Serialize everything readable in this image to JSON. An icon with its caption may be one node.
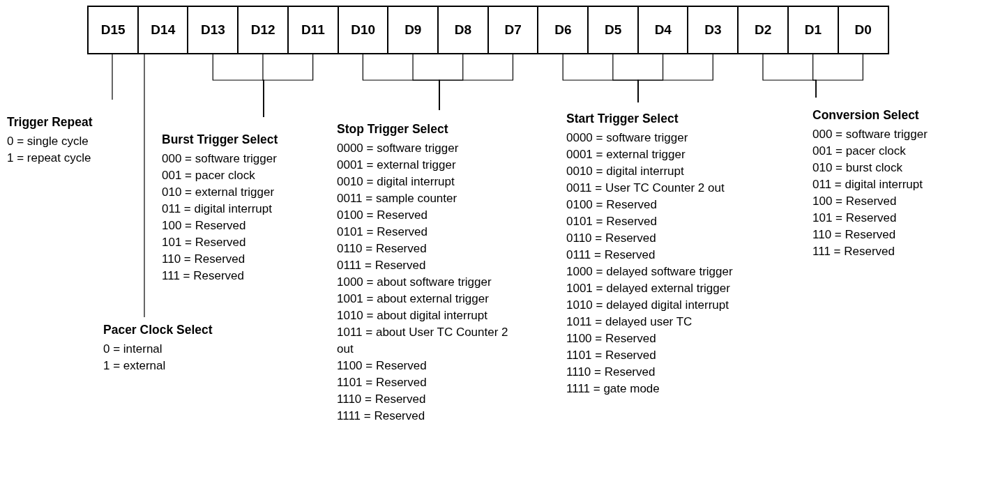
{
  "diagram": {
    "nodes": [
      {
        "text": [
          "D15"
        ]
      },
      {
        "text": [
          "D14"
        ]
      },
      {
        "text": [
          "D13"
        ]
      },
      {
        "text": [
          "D12"
        ]
      },
      {
        "text": [
          "D11"
        ]
      },
      {
        "text": [
          "D10"
        ]
      },
      {
        "text": [
          "D9"
        ]
      },
      {
        "text": [
          "D8"
        ]
      },
      {
        "text": [
          "D7"
        ]
      },
      {
        "text": [
          "D6"
        ]
      },
      {
        "text": [
          "D5"
        ]
      },
      {
        "text": [
          "D4"
        ]
      },
      {
        "text": [
          "D3"
        ]
      },
      {
        "text": [
          "D2"
        ]
      },
      {
        "text": [
          "D1"
        ]
      },
      {
        "text": [
          "D0"
        ]
      },
      {
        "text": [
          "Trigger Repeat",
          "0 = single cycle",
          "1 = repeat cycle"
        ]
      },
      {
        "text": [
          "Pacer Clock Select",
          "0 = internal",
          "1 = external"
        ]
      },
      {
        "text": [
          "Burst Trigger Select",
          "000 = software trigger",
          "001 = pacer clock",
          "010 = external trigger",
          "011 = digital interrupt",
          "100 = Reserved",
          "101 = Reserved",
          "110 = Reserved",
          "111 = Reserved"
        ]
      },
      {
        "text": [
          "Stop Trigger Select",
          "0000 = software trigger",
          "0001 = external trigger",
          "0010 = digital interrupt",
          "0011 = sample counter",
          "0100 = Reserved",
          "0101 = Reserved",
          "0110 = Reserved",
          "0111 = Reserved",
          "1000 = about software trigger",
          "1001 = about external trigger",
          "1010 = about digital interrupt",
          "1011 = about User TC Counter 2 out",
          "1100 = Reserved",
          "1101 = Reserved",
          "1110 = Reserved",
          "1111 = Reserved"
        ]
      },
      {
        "text": [
          "Start Trigger Select",
          "0000 = software trigger",
          "0001 = external trigger",
          "0010 = digital interrupt",
          "0011 = User TC Counter 2 out",
          "0100 = Reserved",
          "0101 = Reserved",
          "0110 = Reserved",
          "0111 = Reserved",
          "1000 = delayed software trigger",
          "1001 = delayed external trigger",
          "1010 = delayed digital interrupt",
          "1011 = delayed user TC",
          "1100 = Reserved",
          "1101 = Reserved",
          "1110 = Reserved",
          "1111 = gate mode"
        ]
      },
      {
        "text": [
          "Conversion Select",
          "000 = software trigger",
          "001 = pacer clock",
          "010 = burst clock",
          "011 = digital interrupt",
          "100 = Reserved",
          "101 = Reserved",
          "110 = Reserved",
          "111 = Reserved"
        ]
      }
    ],
    "edges": [
      {
        "from": 0,
        "to": 16,
        "arrow": "none"
      },
      {
        "from": 1,
        "to": 17,
        "arrow": "none"
      },
      {
        "from": 2,
        "to": 18,
        "arrow": "none"
      },
      {
        "from": 3,
        "to": 18,
        "arrow": "none"
      },
      {
        "from": 4,
        "to": 18,
        "arrow": "none"
      },
      {
        "from": 5,
        "to": 19,
        "arrow": "none"
      },
      {
        "from": 6,
        "to": 19,
        "arrow": "none"
      },
      {
        "from": 7,
        "to": 19,
        "arrow": "none"
      },
      {
        "from": 8,
        "to": 19,
        "arrow": "none"
      },
      {
        "from": 9,
        "to": 20,
        "arrow": "none"
      },
      {
        "from": 10,
        "to": 20,
        "arrow": "none"
      },
      {
        "from": 11,
        "to": 20,
        "arrow": "none"
      },
      {
        "from": 12,
        "to": 20,
        "arrow": "none"
      },
      {
        "from": 13,
        "to": 21,
        "arrow": "none"
      },
      {
        "from": 14,
        "to": 21,
        "arrow": "none"
      },
      {
        "from": 15,
        "to": 21,
        "arrow": "none"
      }
    ]
  }
}
